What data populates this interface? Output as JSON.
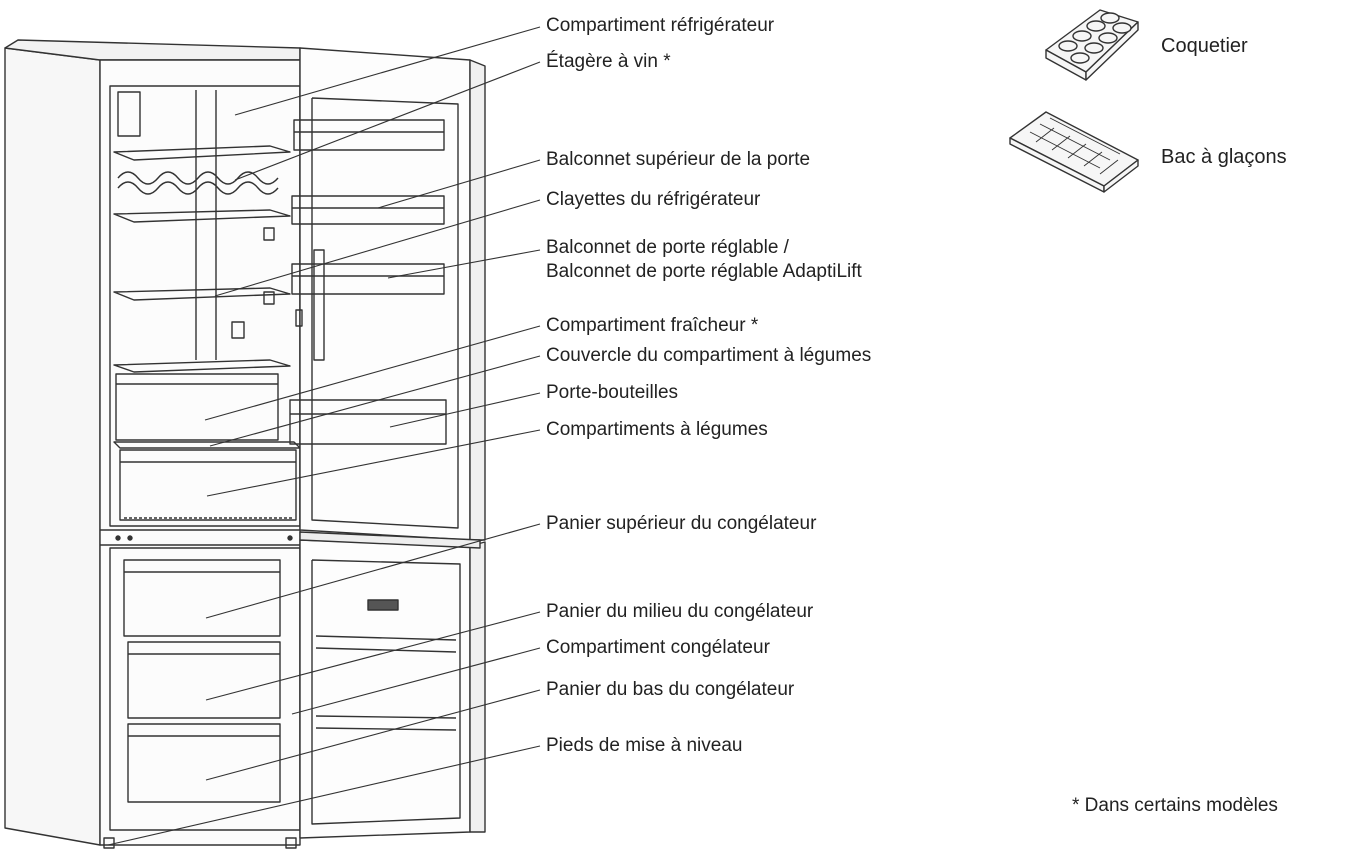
{
  "labels": [
    {
      "id": "fridge-compartment",
      "text": "Compartiment réfrigérateur"
    },
    {
      "id": "wine-shelf",
      "text": "Étagère à vin *"
    },
    {
      "id": "upper-door-balcony",
      "text": "Balconnet supérieur de la porte"
    },
    {
      "id": "fridge-shelves",
      "text": "Clayettes du réfrigérateur"
    },
    {
      "id": "adjustable-door-balcony",
      "text": "Balconnet de porte réglable /"
    },
    {
      "id": "adjustable-door-balcony-adaptilift",
      "text": "Balconnet de porte réglable AdaptiLift"
    },
    {
      "id": "freshness-compartment",
      "text": "Compartiment fraîcheur *"
    },
    {
      "id": "crisper-cover",
      "text": "Couvercle du compartiment à légumes"
    },
    {
      "id": "bottle-holder",
      "text": "Porte-bouteilles"
    },
    {
      "id": "crisper-drawers",
      "text": "Compartiments à légumes"
    },
    {
      "id": "freezer-upper-basket",
      "text": "Panier supérieur du congélateur"
    },
    {
      "id": "freezer-middle-basket",
      "text": "Panier du milieu du congélateur"
    },
    {
      "id": "freezer-compartment",
      "text": "Compartiment congélateur"
    },
    {
      "id": "freezer-bottom-basket",
      "text": "Panier du bas du congélateur"
    },
    {
      "id": "leveling-feet",
      "text": "Pieds de mise à niveau"
    }
  ],
  "accessories": {
    "egg_tray": "Coquetier",
    "ice_tray": "Bac à glaçons"
  },
  "footnote": "* Dans certains modèles",
  "colors": {
    "line": "#333333",
    "text": "#222222",
    "panel": "#fafafa"
  }
}
